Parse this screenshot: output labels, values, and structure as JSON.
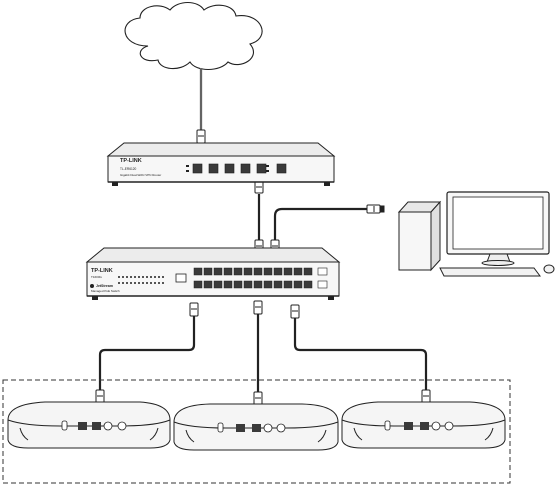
{
  "diagram": {
    "nodes": {
      "internet": {
        "kind": "cloud",
        "icon": "cloud-icon"
      },
      "router": {
        "brand": "TP-LINK",
        "model": "TL-ER6120",
        "subtitle": "Gigabit Dual-WAN VPN Router"
      },
      "switch": {
        "brand": "TP-LINK",
        "model": "T1600G",
        "badge": "JetStream",
        "subtitle": "Managed PoE Switch"
      },
      "computer": {
        "kind": "desktop-pc",
        "icon": "desktop-computer-icon"
      },
      "access_points": [
        {
          "kind": "ceiling-access-point",
          "icon": "access-point-icon"
        },
        {
          "kind": "ceiling-access-point",
          "icon": "access-point-icon"
        },
        {
          "kind": "ceiling-access-point",
          "icon": "access-point-icon"
        }
      ]
    },
    "links": [
      {
        "from": "internet",
        "to": "router"
      },
      {
        "from": "router",
        "to": "switch"
      },
      {
        "from": "computer",
        "to": "switch"
      },
      {
        "from": "switch",
        "to": "access_points.0"
      },
      {
        "from": "switch",
        "to": "access_points.1"
      },
      {
        "from": "switch",
        "to": "access_points.2"
      }
    ],
    "group": {
      "style": "dashed",
      "contains": "access_points"
    },
    "colors": {
      "line": "#222222",
      "device_fill": "#f4f4f4",
      "port_fill": "#3a3a3a"
    }
  }
}
